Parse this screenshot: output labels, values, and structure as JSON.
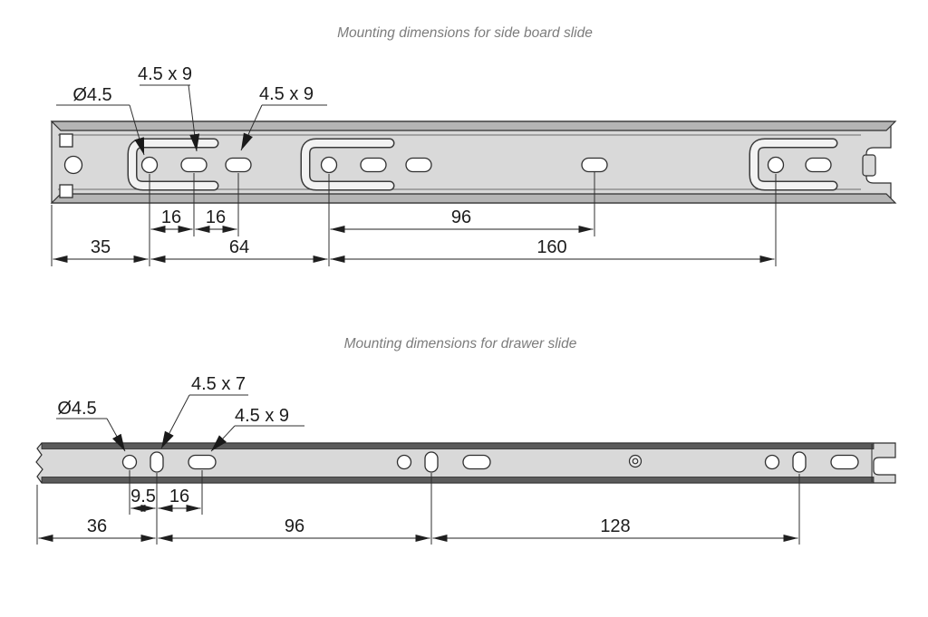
{
  "top_diagram": {
    "title": "Mounting dimensions for side board slide",
    "labels": {
      "diameter": "Ø4.5",
      "slot_a": "4.5 x 9",
      "slot_b": "4.5 x 9"
    },
    "dims": {
      "a16_1": "16",
      "a16_2": "16",
      "a96": "96",
      "b35": "35",
      "b64": "64",
      "b160": "160"
    }
  },
  "bottom_diagram": {
    "title": "Mounting dimensions for drawer slide",
    "labels": {
      "diameter": "Ø4.5",
      "slot_a": "4.5 x 7",
      "slot_b": "4.5 x 9"
    },
    "dims": {
      "a9_5": "9.5",
      "a16": "16",
      "b36": "36",
      "b96": "96",
      "b128": "128"
    }
  },
  "colors": {
    "background": "#ffffff",
    "rail_body": "#d9d9d9",
    "rail_flange_light": "#b5b5b5",
    "rail_flange_dark": "#5b5b5b",
    "outline": "#2f2f2f",
    "dimension_line": "#1f1f1f",
    "title_text": "#7c7c7c",
    "dimension_text": "#1c1c1c"
  }
}
